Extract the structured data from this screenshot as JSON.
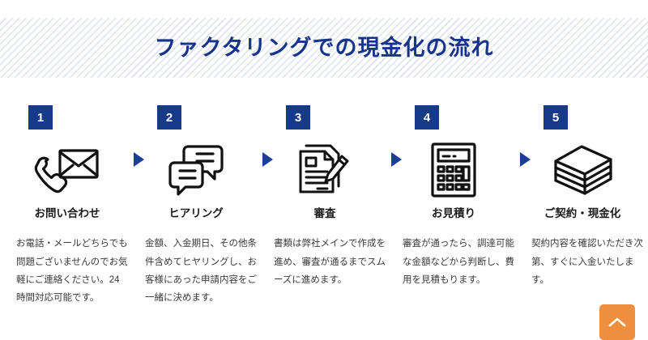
{
  "header": {
    "title": "ファクタリングでの現金化の流れ",
    "title_color": "#16348c",
    "stripe_color": "#dfe3ec"
  },
  "theme": {
    "badge_bg": "#153a8a",
    "arrow_color": "#1b3f96",
    "icon_stroke": "#111111",
    "accent_orange": "#ef8e3e",
    "body_text": "#3a3a3a"
  },
  "steps": [
    {
      "number": "1",
      "icon": "phone-envelope-icon",
      "label": "お問い合わせ",
      "description": "お電話・メールどちらでも問題ございませんのでお気軽にご連絡ください。24時間対応可能です。"
    },
    {
      "number": "2",
      "icon": "speech-bubbles-icon",
      "label": "ヒアリング",
      "description": "金額、入金期日、その他条件含めてヒヤリングし、お客様にあった申請内容をご一緒に決めます。"
    },
    {
      "number": "3",
      "icon": "document-pen-icon",
      "label": "審査",
      "description": "書類は弊社メインで作成を進め、審査が通るまでスムーズに進めます。"
    },
    {
      "number": "4",
      "icon": "calculator-icon",
      "label": "お見積り",
      "description": "審査が通ったら、調達可能な金額などから判断し、費用を見積もります。"
    },
    {
      "number": "5",
      "icon": "money-stack-icon",
      "label": "ご契約・現金化",
      "description": "契約内容を確認いただき次第、すぐに入金いたします。"
    }
  ],
  "scroll_top": {
    "icon": "chevron-up-icon"
  }
}
